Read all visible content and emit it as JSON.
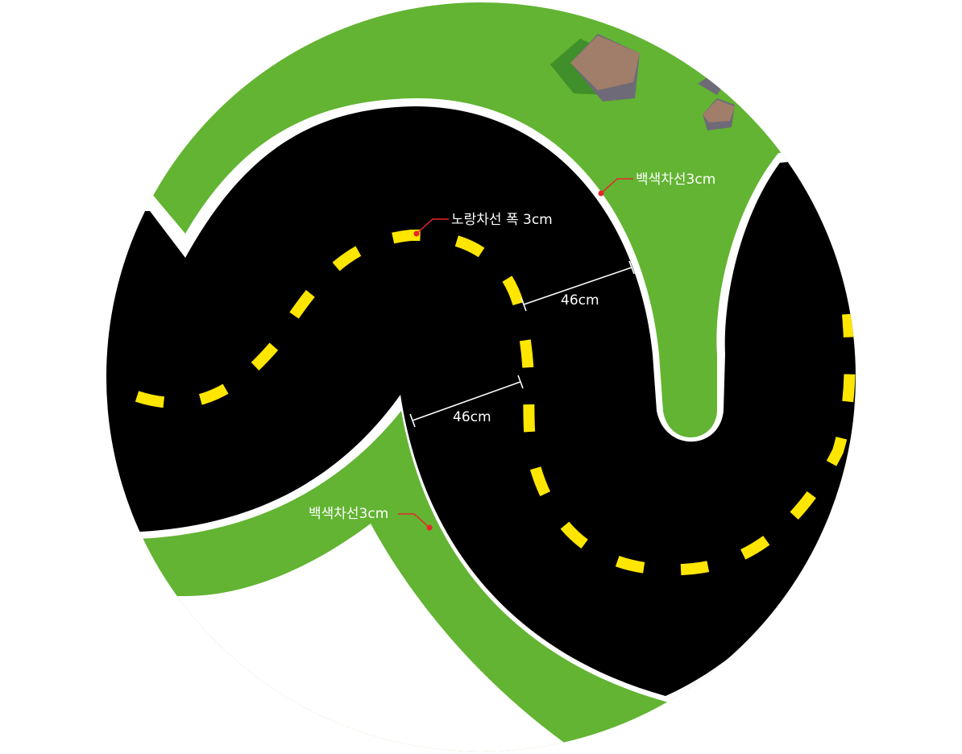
{
  "colors": {
    "grass": "#62B432",
    "road": "#000000",
    "edge_line": "#ffffff",
    "center_line": "#FFE600",
    "callout": "#E8262B",
    "rock_top": "#A07E6A",
    "rock_side": "#6F6A78",
    "rock_shadow": "#3F8F2A"
  },
  "labels": {
    "yellow_line_width": "노랑차선 폭 3cm",
    "white_line_top": "백색차선3cm",
    "white_line_bottom": "백색차선3cm",
    "lane_width_upper": "46cm",
    "lane_width_lower": "46cm"
  },
  "icons": [
    "rock-icon",
    "rock-icon",
    "rock-icon"
  ]
}
